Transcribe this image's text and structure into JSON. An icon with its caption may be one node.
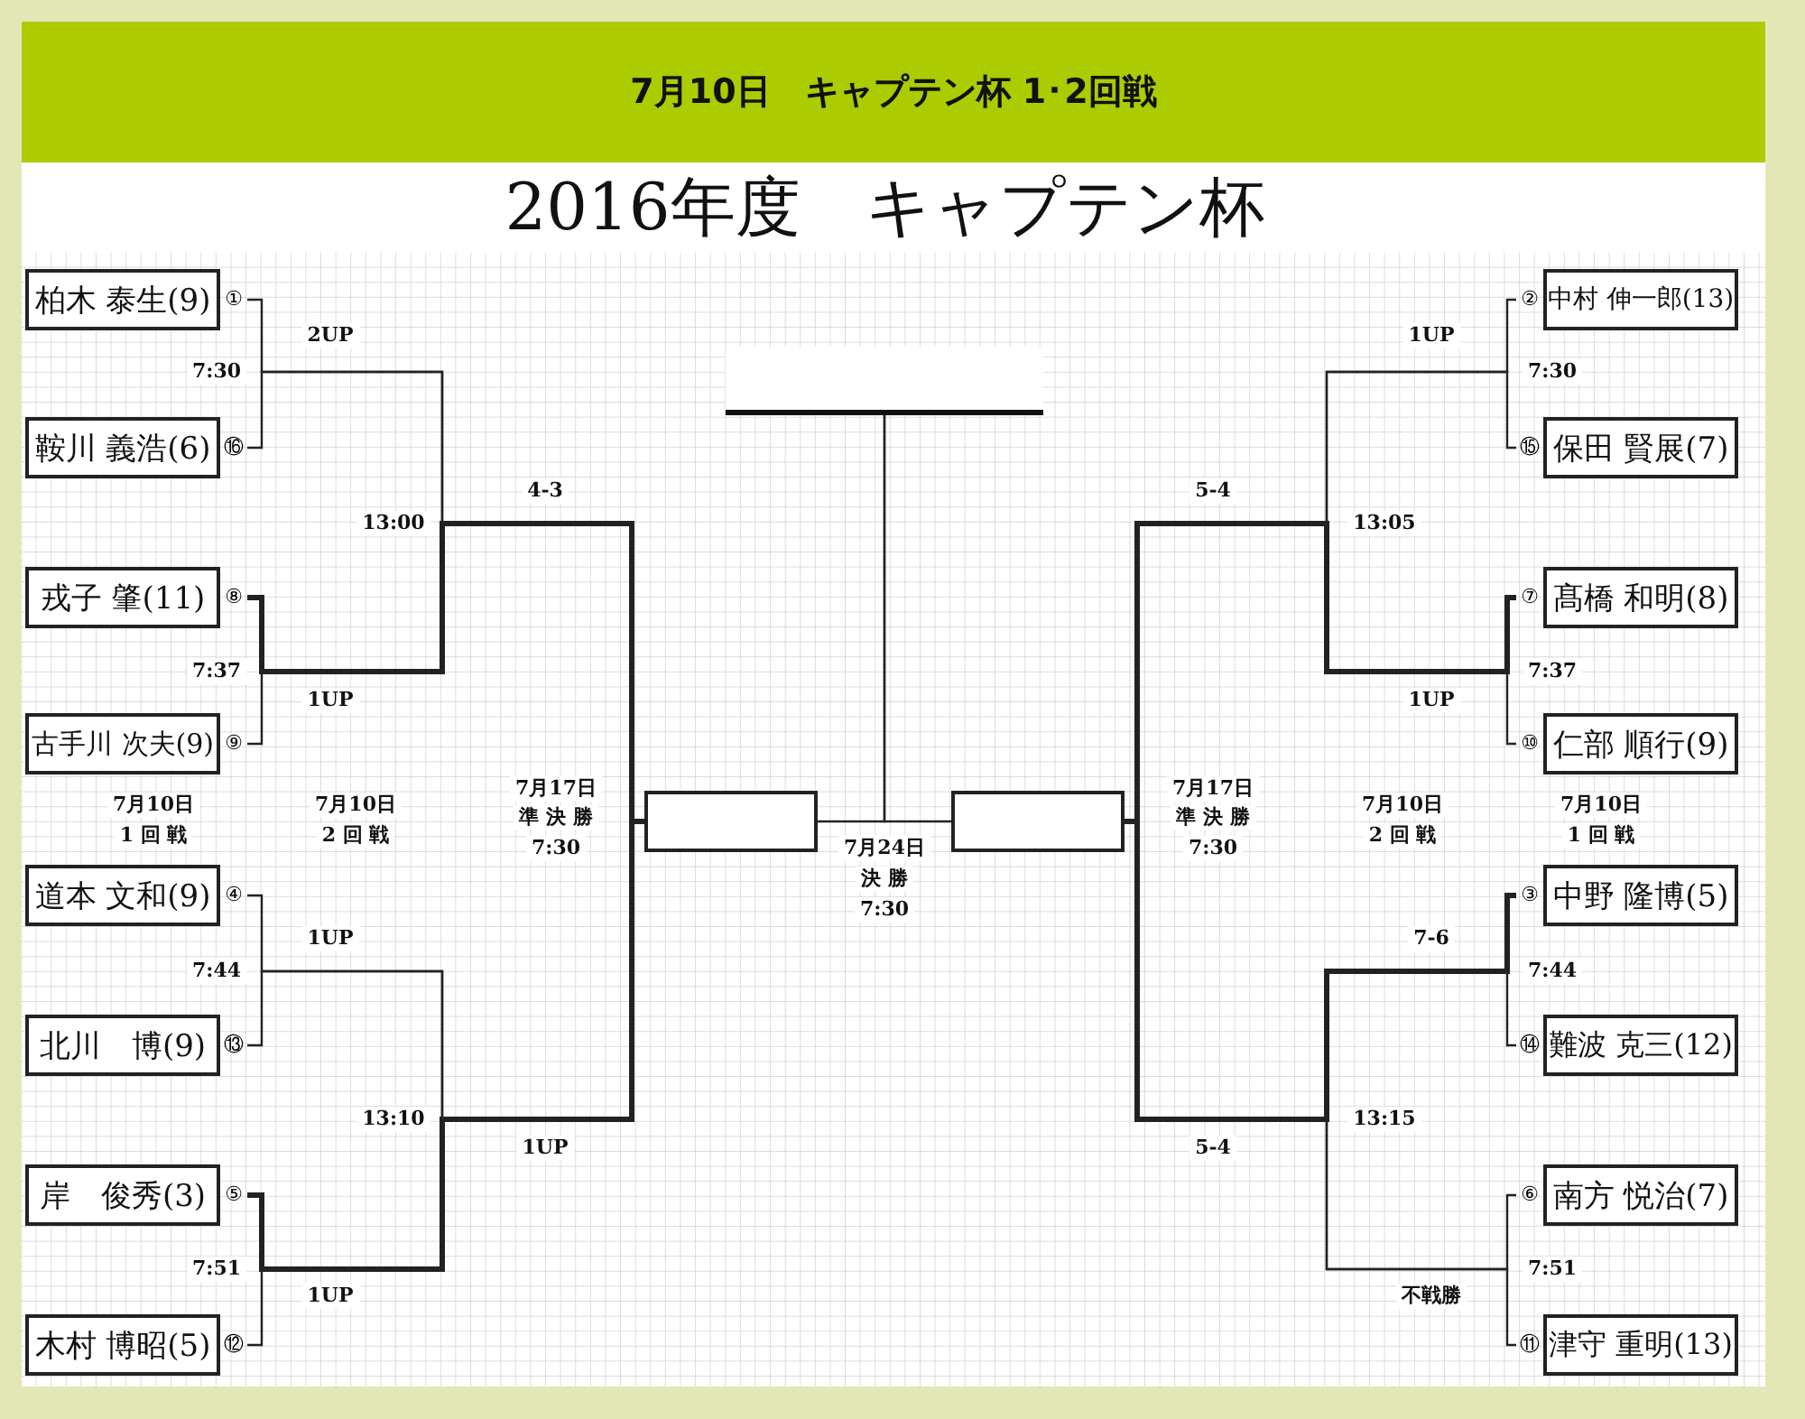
{
  "diagram": {
    "title": "7月10日　キャプテン杯 1･2回戦",
    "nodes": [
      {
        "text": [
          "柏木 泰生(9)"
        ],
        "beside": [
          "①"
        ]
      },
      {
        "text": [
          "鞍川 義浩(6)"
        ],
        "beside": [
          "⑯"
        ]
      },
      {
        "text": [
          "戎子 肇(11)"
        ],
        "beside": [
          "⑧"
        ]
      },
      {
        "text": [
          "古手川 次夫(9)"
        ],
        "beside": [
          "⑨"
        ]
      },
      {
        "text": [
          "道本 文和(9)"
        ],
        "beside": [
          "④"
        ]
      },
      {
        "text": [
          "北川　博(9)"
        ],
        "beside": [
          "⑬"
        ]
      },
      {
        "text": [
          "岸　俊秀(3)"
        ],
        "beside": [
          "⑤"
        ]
      },
      {
        "text": [
          "木村 博昭(5)"
        ],
        "beside": [
          "⑫"
        ]
      },
      {
        "text": [
          "中村 伸一郎(13)"
        ],
        "beside": [
          "②"
        ]
      },
      {
        "text": [
          "保田 賢展(7)"
        ],
        "beside": [
          "⑮"
        ]
      },
      {
        "text": [
          "髙橋 和明(8)"
        ],
        "beside": [
          "⑦"
        ]
      },
      {
        "text": [
          "仁部 順行(9)"
        ],
        "beside": [
          "⑩"
        ]
      },
      {
        "text": [
          "中野 隆博(5)"
        ],
        "beside": [
          "③"
        ]
      },
      {
        "text": [
          "難波 克三(12)"
        ],
        "beside": [
          "⑭"
        ]
      },
      {
        "text": [
          "南方 悦治(7)"
        ],
        "beside": [
          "⑥"
        ]
      },
      {
        "text": [
          "津守 重明(13)"
        ],
        "beside": [
          "⑪"
        ]
      },
      {
        "text": [],
        "shape": "bar"
      },
      {
        "text": [],
        "shape": "box"
      },
      {
        "text": [],
        "shape": "box"
      }
    ],
    "edges": [
      {
        "from": 0,
        "to": 17,
        "arrow": "none"
      },
      {
        "from": 1,
        "to": 17,
        "arrow": "none"
      },
      {
        "from": 2,
        "to": 17,
        "arrow": "none",
        "style": "thick"
      },
      {
        "from": 3,
        "to": 17,
        "arrow": "none"
      },
      {
        "from": 4,
        "to": 17,
        "arrow": "none"
      },
      {
        "from": 5,
        "to": 17,
        "arrow": "none"
      },
      {
        "from": 6,
        "to": 17,
        "arrow": "none",
        "style": "thick"
      },
      {
        "from": 7,
        "to": 17,
        "arrow": "none"
      },
      {
        "from": 8,
        "to": 18,
        "arrow": "none"
      },
      {
        "from": 9,
        "to": 18,
        "arrow": "none"
      },
      {
        "from": 10,
        "to": 18,
        "arrow": "none",
        "style": "thick"
      },
      {
        "from": 11,
        "to": 18,
        "arrow": "none"
      },
      {
        "from": 12,
        "to": 18,
        "arrow": "none",
        "style": "thick"
      },
      {
        "from": 13,
        "to": 18,
        "arrow": "none"
      },
      {
        "from": 14,
        "to": 18,
        "arrow": "none"
      },
      {
        "from": 15,
        "to": 18,
        "arrow": "none"
      },
      {
        "from": 17,
        "to": 16,
        "arrow": "none"
      },
      {
        "from": 18,
        "to": 16,
        "arrow": "none"
      }
    ],
    "labels": [
      "2016年度　キャプテン杯",
      "2UP",
      "1UP",
      "7:30",
      "7:30",
      "4-3",
      "5-4",
      "13:00",
      "13:05",
      "7:37",
      "7:37",
      "1UP",
      "1UP",
      "7月10日",
      "1 回 戦",
      "7月10日",
      "2 回 戦",
      "7月17日",
      "準 決 勝",
      "7:30",
      "7月24日",
      "決 勝",
      "7:30",
      "7月17日",
      "準 決 勝",
      "7:30",
      "7月10日",
      "2 回 戦",
      "7月10日",
      "1 回 戦",
      "1UP",
      "7-6",
      "7:44",
      "7:44",
      "13:10",
      "13:15",
      "1UP",
      "5-4",
      "7:51",
      "7:51",
      "1UP",
      "不戦勝"
    ]
  }
}
